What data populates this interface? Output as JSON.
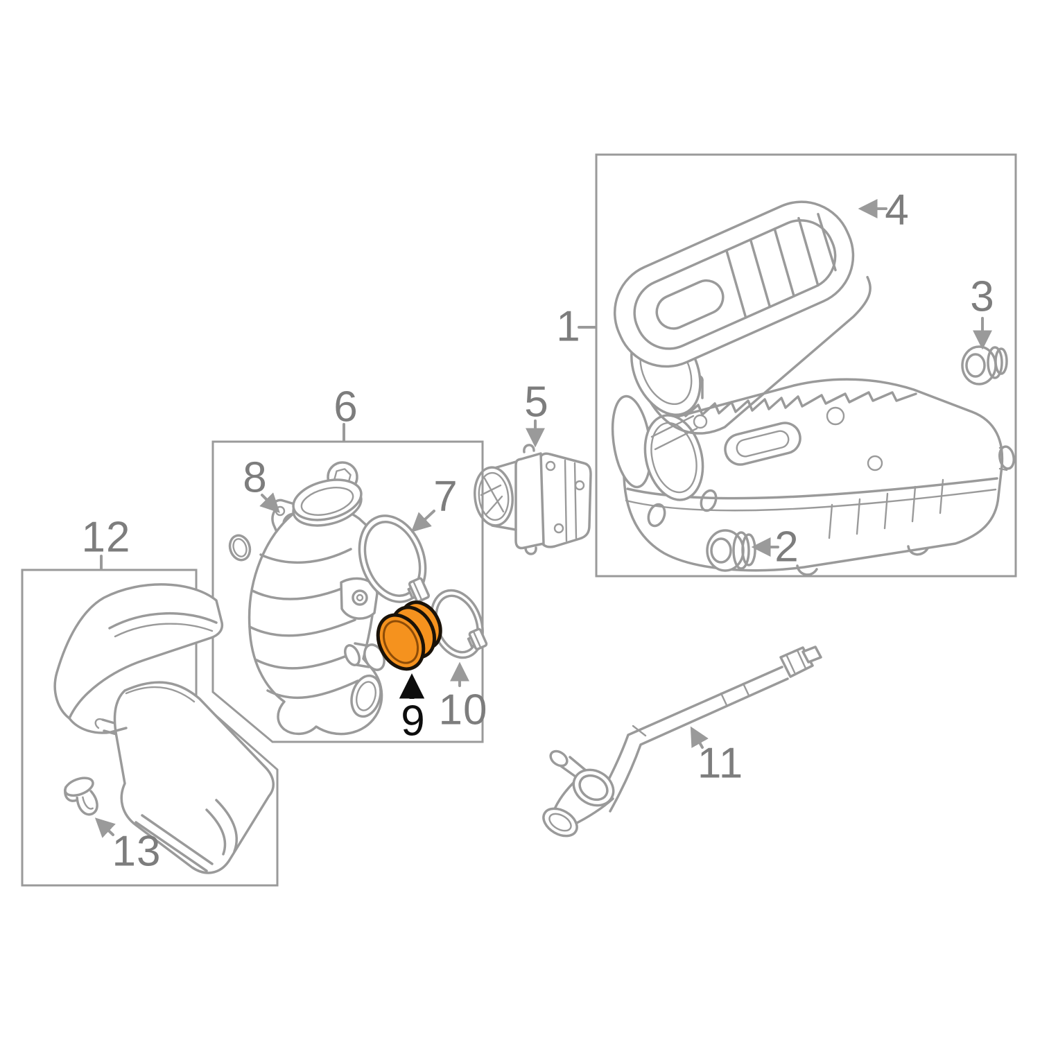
{
  "diagram": {
    "type": "exploded-parts-diagram",
    "highlighted_part_number": "9",
    "callouts": [
      {
        "number": "1",
        "highlighted": false
      },
      {
        "number": "2",
        "highlighted": false
      },
      {
        "number": "3",
        "highlighted": false
      },
      {
        "number": "4",
        "highlighted": false
      },
      {
        "number": "5",
        "highlighted": false
      },
      {
        "number": "6",
        "highlighted": false
      },
      {
        "number": "7",
        "highlighted": false
      },
      {
        "number": "8",
        "highlighted": false
      },
      {
        "number": "9",
        "highlighted": true
      },
      {
        "number": "10",
        "highlighted": false
      },
      {
        "number": "11",
        "highlighted": false
      },
      {
        "number": "12",
        "highlighted": false
      },
      {
        "number": "13",
        "highlighted": false
      }
    ],
    "colors": {
      "background": "#ffffff",
      "line": "#9a9a9a",
      "box_border": "#9a9a9a",
      "label": "#7d7d7d",
      "highlight_fill": "#f5921e",
      "highlight_outline": "#1a1208",
      "highlight_label": "#0d0d0d"
    }
  }
}
